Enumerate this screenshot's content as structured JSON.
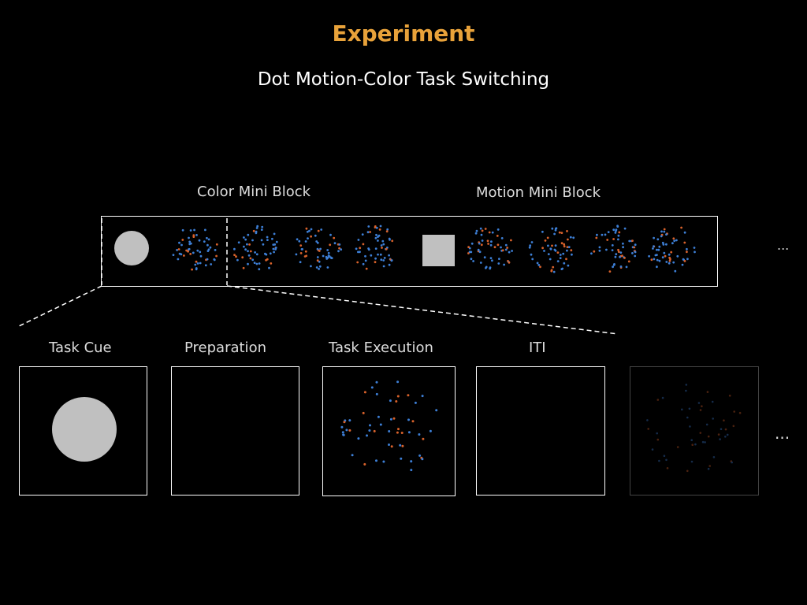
{
  "slide": {
    "title": "Experiment",
    "subtitle": "Dot Motion-Color Task Switching"
  },
  "blocks": {
    "color_label": "Color Mini Block",
    "motion_label": "Motion Mini Block",
    "ellipsis": "..."
  },
  "phases": [
    {
      "label": "Task Cue"
    },
    {
      "label": "Preparation"
    },
    {
      "label": "Task Execution"
    },
    {
      "label": "ITI"
    }
  ],
  "phases_ellipsis": "...",
  "colors": {
    "title": "#e8a23a",
    "cue_shape": "#c0c0c0",
    "dot_blue": "#3d7fd6",
    "dot_orange": "#d9622b"
  }
}
